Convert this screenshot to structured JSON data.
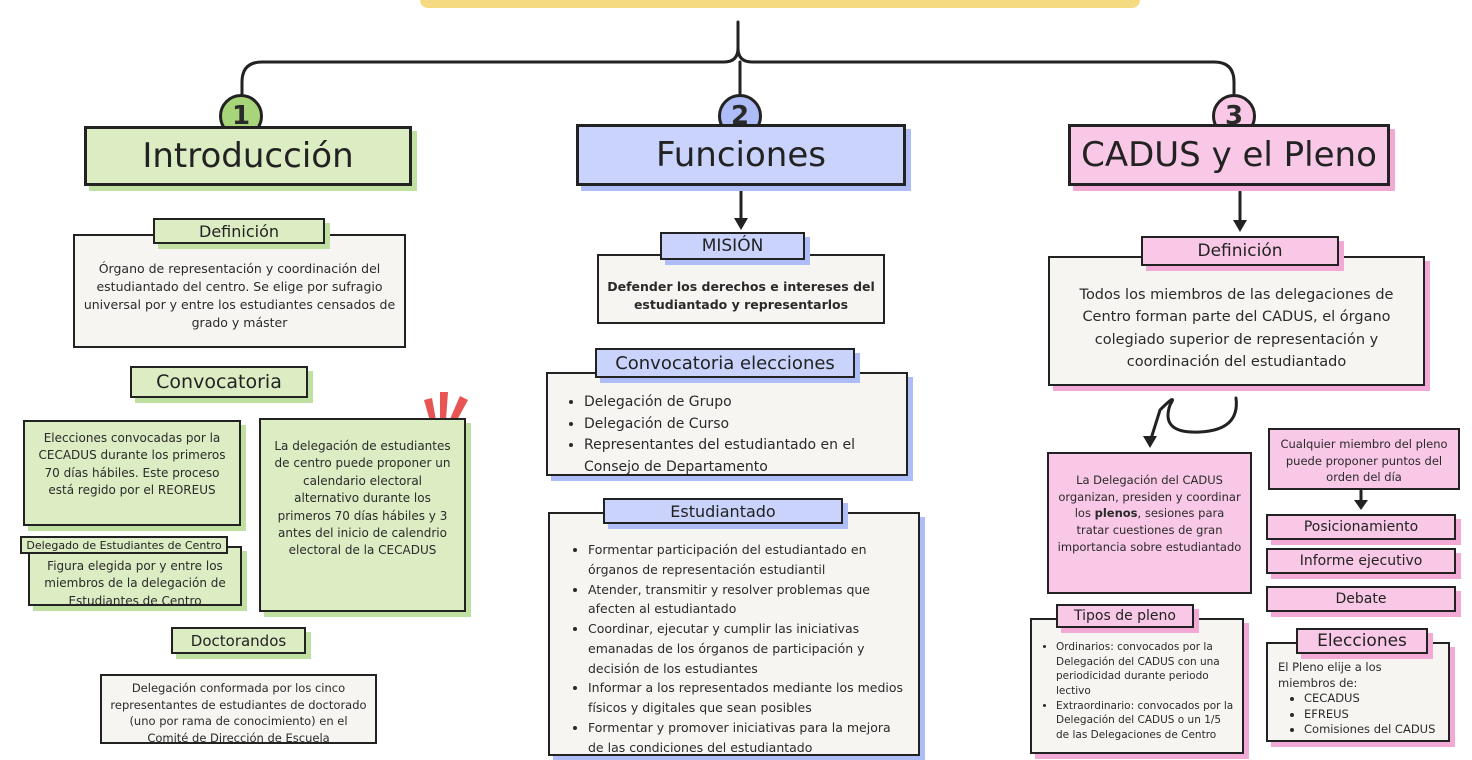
{
  "col1": {
    "number": "1",
    "title": "Introducción",
    "definicion": {
      "label": "Definición",
      "text": "Órgano de representación y coordinación del estudiantado del centro. Se elige por sufragio universal por y entre los estudiantes censados de grado y máster"
    },
    "convocatoria": {
      "label": "Convocatoria",
      "box_left": "Elecciones convocadas por la CECADUS durante los primeros 70 días hábiles. Este proceso está regido por el REOREUS",
      "box_right": "La delegación de estudiantes de centro puede proponer un calendario electoral alternativo durante los primeros 70 días hábiles y 3 antes del inicio de calendrio electoral de la CECADUS",
      "alert_icon": "exclamation-marks"
    },
    "delegado": {
      "label": "Delegado de Estudiantes de Centro",
      "text": "Figura elegida por y entre los miembros de la delegación de Estudiantes  de Centro"
    },
    "doctorandos": {
      "label": "Doctorandos",
      "text": "Delegación conformada por los cinco representantes de estudiantes de doctorado (uno por rama de conocimiento) en el Comité de Dirección de Escuela"
    }
  },
  "col2": {
    "number": "2",
    "title": "Funciones",
    "mision": {
      "label": "MISIÓN",
      "text": "Defender los derechos e intereses del estudiantado y representarlos"
    },
    "convocatoria": {
      "label": "Convocatoria elecciones",
      "items": [
        "Delegación de Grupo",
        "Delegación de Curso",
        "Representantes del estudiantado en el Consejo de Departamento"
      ]
    },
    "estudiantado": {
      "label": "Estudiantado",
      "items": [
        "Formentar participación del estudiantado en órganos de representación estudiantil",
        "Atender, transmitir y resolver problemas que afecten al estudiantado",
        "Coordinar, ejecutar y cumplir las iniciativas emanadas de los órganos de participación y decisión de los estudiantes",
        "Informar a los representados mediante los medios físicos y digitales que sean posibles",
        "Formentar y promover iniciativas para la mejora de las condiciones del estudiantado"
      ]
    }
  },
  "col3": {
    "number": "3",
    "title": "CADUS y el Pleno",
    "definicion": {
      "label": "Definición",
      "text": "Todos los miembros de las delegaciones de Centro forman parte del CADUS, el órgano colegiado superior de representación y coordinación del estudiantado"
    },
    "delegacion": {
      "text_before": "La Delegación del CADUS organizan, presiden y coordinar los ",
      "bold": "plenos",
      "text_after": ", sesiones para tratar cuestiones de gran importancia sobre estudiantado"
    },
    "propuesta": "Cualquier miembro del pleno puede proponer puntos del orden del día",
    "pleno_items": [
      "Posicionamiento",
      "Informe ejecutivo",
      "Debate"
    ],
    "tipos": {
      "label": "Tipos de pleno",
      "items": [
        "Ordinarios: convocados por la Delegación del CADUS con una periodicidad durante periodo lectivo",
        "Extraordinario: convocados por la Delegación del CADUS o un 1/5 de las Delegaciones de Centro"
      ]
    },
    "elecciones": {
      "label": "Elecciones",
      "intro": "El Pleno elije a los miembros de:",
      "items": [
        "CECADUS",
        "EFREUS",
        "Comisiones del CADUS"
      ]
    }
  },
  "colors": {
    "green": "#dcedc4",
    "blue": "#c9d3fb",
    "pink": "#f8c8e6",
    "green_circle": "#a8d47a",
    "blue_circle": "#aebcf7",
    "pink_circle": "#f8c8e6"
  }
}
